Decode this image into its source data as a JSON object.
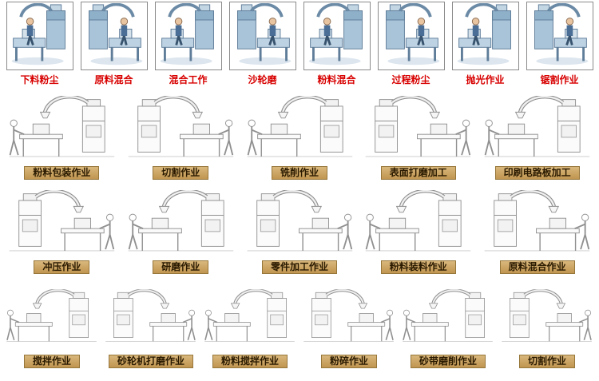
{
  "colors": {
    "top_label_red": "#d80000",
    "label_bar_bg": "#c9a25f",
    "label_bar_border": "#96763a",
    "label_bar_text": "#2a1a00",
    "thumb_border": "#8a8a8a",
    "sketch_line": "#909090"
  },
  "top_row": [
    {
      "label": "下料粉尘"
    },
    {
      "label": "原料混合"
    },
    {
      "label": "混合工作"
    },
    {
      "label": "沙轮磨"
    },
    {
      "label": "粉料混合"
    },
    {
      "label": "过程粉尘"
    },
    {
      "label": "抛光作业"
    },
    {
      "label": "锯割作业"
    }
  ],
  "application_rows": [
    {
      "items": [
        {
          "label": "粉料包装作业"
        },
        {
          "label": "切割作业"
        },
        {
          "label": "铣削作业"
        },
        {
          "label": "表面打磨加工"
        },
        {
          "label": "印刷电路板加工"
        }
      ]
    },
    {
      "items": [
        {
          "label": "冲压作业"
        },
        {
          "label": "研磨作业"
        },
        {
          "label": "零件加工作业"
        },
        {
          "label": "粉料装料作业"
        },
        {
          "label": "原料混合作业"
        }
      ]
    },
    {
      "items": [
        {
          "label": "搅拌作业"
        },
        {
          "label": "砂轮机打磨作业"
        },
        {
          "label": "粉料搅拌作业"
        },
        {
          "label": "粉碎作业"
        },
        {
          "label": "砂带磨削作业"
        },
        {
          "label": "切割作业"
        }
      ]
    }
  ]
}
